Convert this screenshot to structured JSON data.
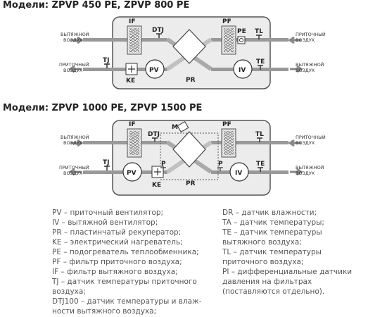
{
  "diagram1": {
    "title": "Модели: ZPVP 450 PE, ZPVP 800 PE",
    "labels": {
      "if": "IF",
      "dtj": "DTJ",
      "pf": "PF",
      "pe": "PE",
      "tl": "TL",
      "tj": "TJ",
      "te": "TE",
      "pv": "PV",
      "iv": "IV",
      "pr": "PR",
      "ke": "KE"
    },
    "side": {
      "left_top": [
        "ВЫТЯЖНОЙ",
        "ВОЗДУХ"
      ],
      "left_bottom": [
        "ПРИТОЧНЫЙ",
        "ВОЗДУХ"
      ],
      "right_top": [
        "ПРИТОЧНЫЙ",
        "ВОЗДУХ"
      ],
      "right_bottom": [
        "ВЫТЯЖНОЙ",
        "ВОЗДУХ"
      ]
    }
  },
  "diagram2": {
    "title": "Модели: ZPVP 1000 PE, ZPVP 1500 PE",
    "labels": {
      "if": "IF",
      "dtj": "DTJ",
      "m": "M",
      "pf": "PF",
      "tl": "TL",
      "tj": "TJ",
      "p1": "P",
      "p2": "P",
      "te": "TE",
      "pv": "PV",
      "iv": "IV",
      "pr": "PR",
      "ke": "KE"
    },
    "side": {
      "left_top": [
        "ВЫТЯЖНОЙ",
        "ВОЗДУХ"
      ],
      "left_bottom": [
        "ПРИТОЧНЫЙ",
        "ВОЗДУХ"
      ],
      "right_top": [
        "ПРИТОЧНЫЙ",
        "ВОЗДУХ"
      ],
      "right_bottom": [
        "ВЫТЯЖНОЙ",
        "ВОЗДУХ"
      ]
    }
  },
  "legend": {
    "left": [
      "PV  –  приточный вентилятор;",
      "IV  –  вытяжной вентилятор;",
      "PR  –  пластинчатый рекуператор;",
      "KE  –  электрический нагреватель;",
      "PE  –  подогреватель теплообменника;",
      "PF  –  фильтр приточного воздуха;",
      "IF  –  фильтр вытяжного воздуха;",
      "TJ  –  датчик температуры приточного",
      "          воздуха;",
      "DTJ100 –  датчик температуры и влаж-",
      "              ности вытяжного воздуха;"
    ],
    "right": [
      "DR  –  датчик влажности;",
      "TA  –  датчик температуры;",
      "TE  –  датчик температуры",
      "           вытяжного воздуха;",
      "TL  –  датчик температуры",
      "           приточного воздуха;",
      "PI – дифференциальные датчики",
      "        давления на фильтрах",
      "        (поставляются отдельно)."
    ]
  }
}
